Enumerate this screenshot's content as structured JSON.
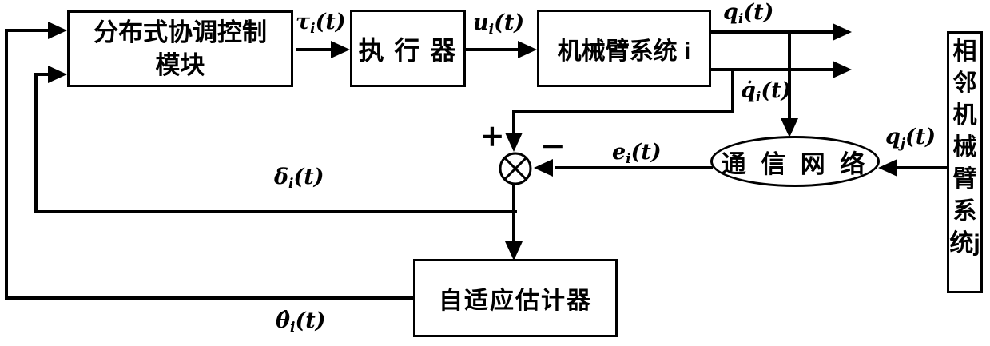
{
  "diagram": {
    "blocks": {
      "controller": {
        "line1": "分布式协调控制",
        "line2": "模块"
      },
      "actuator": {
        "label": "执 行 器"
      },
      "manipulator": {
        "label": "机械臂系统 i"
      },
      "estimator": {
        "label": "自适应估计器"
      },
      "network": {
        "label": "通 信 网 络"
      },
      "neighbor": {
        "label": "相邻机械臂系统j"
      }
    },
    "signals": {
      "tau": {
        "base": "τ",
        "sub": "i",
        "args": "(t)"
      },
      "u": {
        "base": "u",
        "sub": "i",
        "args": "(t)"
      },
      "qi": {
        "base": "q",
        "sub": "i",
        "args": "(t)"
      },
      "qdot": {
        "base": "q̇",
        "sub": "i",
        "args": "(t)"
      },
      "qj": {
        "base": "q",
        "sub": "j",
        "args": "(t)"
      },
      "e": {
        "base": "e",
        "sub": "i",
        "args": "(t)"
      },
      "delta": {
        "base": "δ",
        "sub": "i",
        "args": "(t)"
      },
      "theta": {
        "base": "θ̂",
        "sub": "i",
        "args": "(t)"
      }
    },
    "junction": {
      "plus": "+",
      "minus": "−"
    },
    "colors": {
      "line": "#000000",
      "background": "#ffffff"
    }
  }
}
